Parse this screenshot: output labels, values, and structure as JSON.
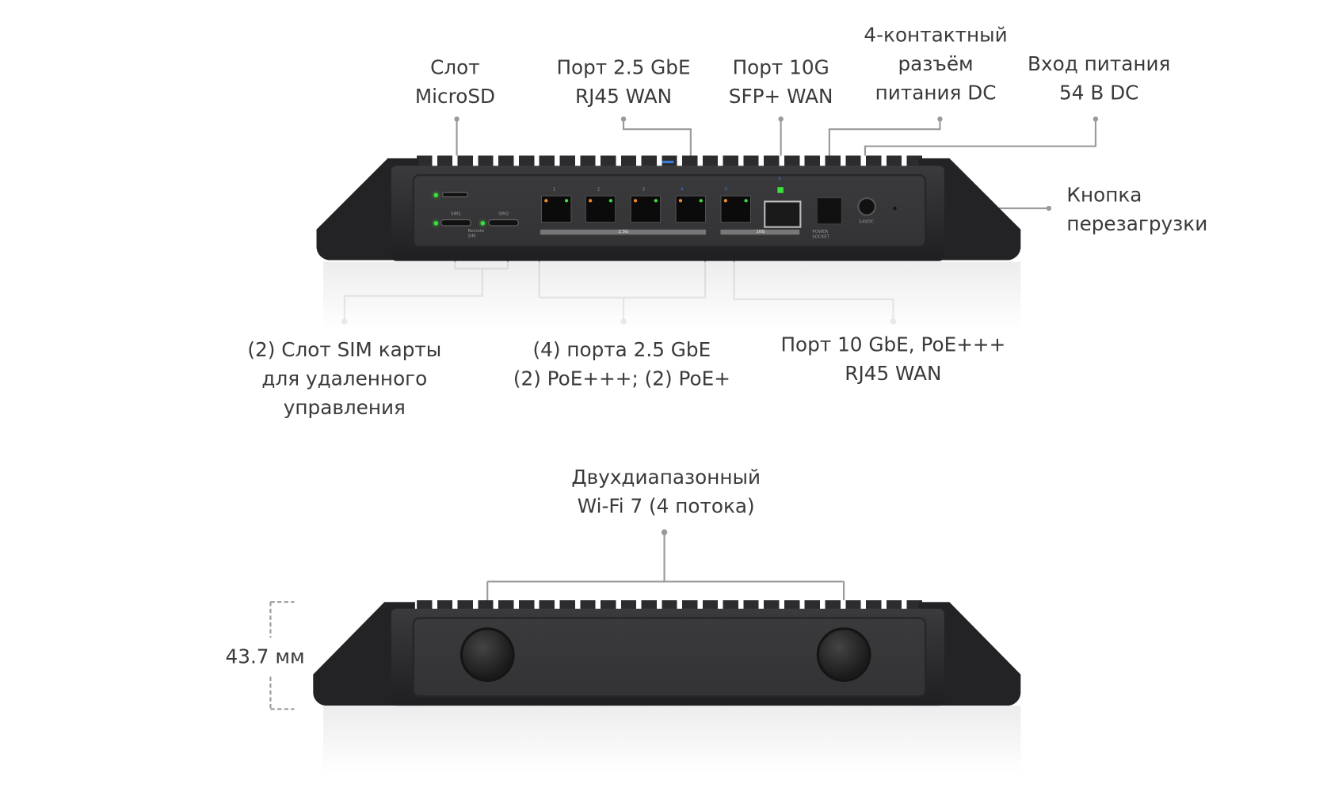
{
  "labels": {
    "microsd": [
      "Слот",
      "MicroSD"
    ],
    "wan25": [
      "Порт 2.5 GbE",
      "RJ45 WAN"
    ],
    "sfp": [
      "Порт 10G",
      "SFP+ WAN"
    ],
    "dc4pin": [
      "4-контактный",
      "разъём",
      "питания DC"
    ],
    "power54": [
      "Вход питания",
      "54 В DC"
    ],
    "reset": [
      "Кнопка",
      "перезагрузки"
    ],
    "sim": [
      "(2) Слот SIM карты",
      "для удаленного",
      "управления"
    ],
    "lan": [
      "(4) порта 2.5 GbE",
      "(2) PoE+++; (2) PoE+"
    ],
    "wan10": [
      "Порт 10 GbE, PoE+++",
      "RJ45 WAN"
    ],
    "wifi": [
      "Двухдиапазонный",
      "Wi-Fi 7 (4 потока)"
    ],
    "height": "43.7 мм"
  },
  "device_print": {
    "sim1": "SIM1",
    "sim2": "SIM2",
    "remote_sim": "Remote SIM",
    "ports": [
      "1",
      "2",
      "3",
      "4",
      "5",
      "6"
    ],
    "bar_25g": "2.5G",
    "bar_10g": "10G",
    "power_socket": "POWER SOCKET",
    "dc": "54VDC"
  },
  "colors": {
    "text": "#3a3a3a",
    "leader": "#9a9a9a",
    "led": "#3ce03c",
    "accent": "#3a7bd5"
  }
}
